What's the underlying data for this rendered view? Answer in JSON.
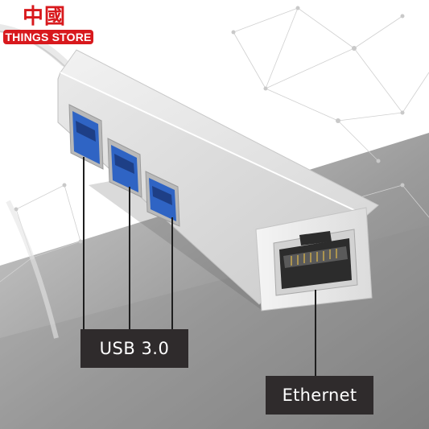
{
  "logo": {
    "chinese": "中國",
    "english": "THINGS STORE",
    "color": "#d8191d"
  },
  "labels": {
    "usb": "USB 3.0",
    "ethernet": "Ethernet"
  },
  "colors": {
    "hub_body": "#e4e4e4",
    "label_bg": "#2f2b2c",
    "floor_dark": "#8d8d8d",
    "usb_port_blue": "#2f64c4"
  }
}
